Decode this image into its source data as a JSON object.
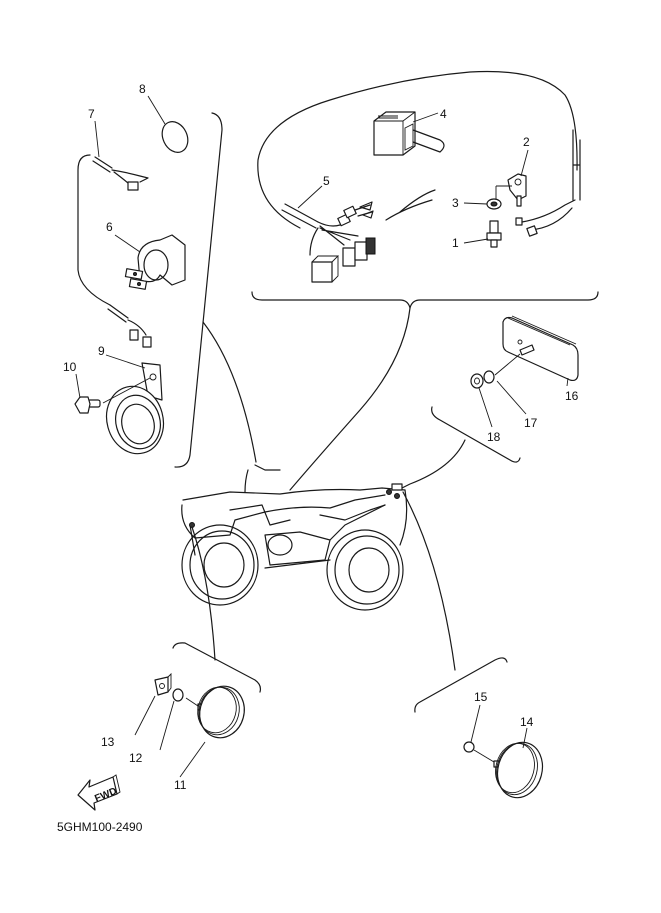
{
  "diagram": {
    "type": "exploded parts diagram",
    "subject": "ATV electrical parts",
    "code": "5GHM100-2490",
    "direction_marker": "FWD",
    "callouts": [
      {
        "id": "1",
        "label": "1"
      },
      {
        "id": "2",
        "label": "2"
      },
      {
        "id": "3",
        "label": "3"
      },
      {
        "id": "4",
        "label": "4"
      },
      {
        "id": "5",
        "label": "5"
      },
      {
        "id": "6",
        "label": "6"
      },
      {
        "id": "7",
        "label": "7"
      },
      {
        "id": "8",
        "label": "8"
      },
      {
        "id": "9",
        "label": "9"
      },
      {
        "id": "10",
        "label": "10"
      },
      {
        "id": "11",
        "label": "11"
      },
      {
        "id": "12",
        "label": "12"
      },
      {
        "id": "13",
        "label": "13"
      },
      {
        "id": "14",
        "label": "14"
      },
      {
        "id": "15",
        "label": "15"
      },
      {
        "id": "16",
        "label": "16"
      },
      {
        "id": "17",
        "label": "17"
      },
      {
        "id": "18",
        "label": "18"
      }
    ]
  }
}
